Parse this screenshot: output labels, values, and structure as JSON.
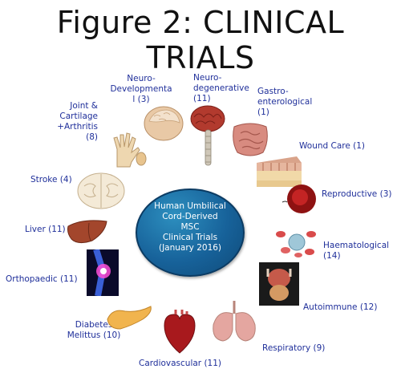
{
  "title": "Figure 2: CLINICAL TRIALS",
  "center": [
    "Human Umbilical",
    "Cord-Derived",
    "MSC",
    "Clinical Trials",
    "(January 2016)"
  ],
  "labels": {
    "neurodevelopmental": "Neuro-\nDevelopmenta\nl  (3)",
    "neurodegenerative": "Neuro-\ndegenerative\n(11)",
    "gastroenterological": "Gastro-\nenterological\n(1)",
    "joint_cartilage": "Joint &\nCartilage\n+Arthritis\n(8)",
    "wound_care": "Wound Care (1)",
    "stroke": "Stroke (4)",
    "reproductive": "Reproductive (3)",
    "liver": "Liver (11)",
    "haematological": "Haematological\n(14)",
    "orthopaedic": "Orthopaedic (11)",
    "autoimmune": "Autoimmune (12)",
    "diabetes": "Diabetes\nMelittus (10)",
    "respiratory": "Respiratory (9)",
    "cardiovascular": "Cardiovascular (11)"
  }
}
